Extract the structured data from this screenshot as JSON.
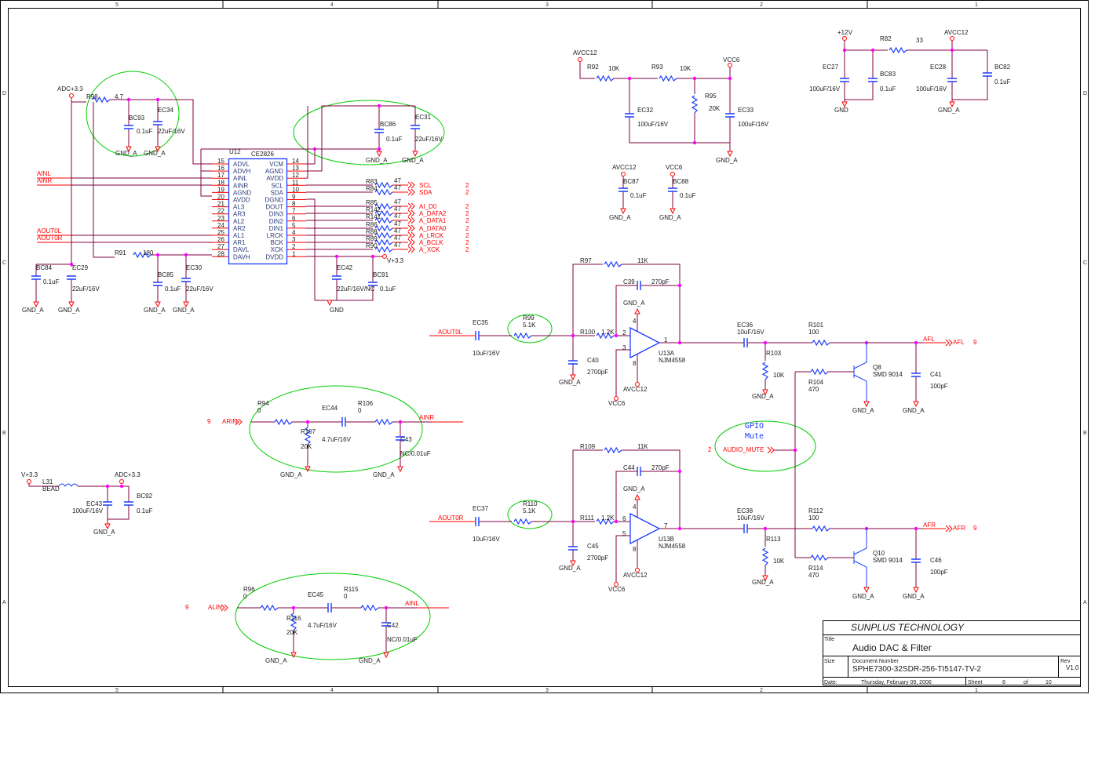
{
  "ruler": {
    "columns": [
      "5",
      "4",
      "3",
      "2",
      "1"
    ],
    "rows": [
      "D",
      "C",
      "B",
      "A"
    ]
  },
  "title_block": {
    "company": "SUNPLUS TECHNOLOGY",
    "title_label": "Title",
    "title": "Audio DAC & Filter",
    "size_label": "Size",
    "doc_number_label": "Document Number",
    "doc_number": "SPHE7300-32SDR-256-TI5147-TV-2",
    "rev_label": "Rev",
    "rev": "V1.0",
    "date_label": "Date:",
    "date": "Thursday, February 09, 2006",
    "sheet_label": "Sheet",
    "sheet": "8",
    "of_label": "of",
    "sheet_total": "10"
  },
  "ic_u12": {
    "ref": "U12",
    "part": "CE2826",
    "left_pins": [
      {
        "num": "15",
        "name": "ADVL"
      },
      {
        "num": "16",
        "name": "ADVH"
      },
      {
        "num": "17",
        "name": "AINL"
      },
      {
        "num": "18",
        "name": "AINR"
      },
      {
        "num": "19",
        "name": "AGND"
      },
      {
        "num": "20",
        "name": "AVDD"
      },
      {
        "num": "21",
        "name": "AL3"
      },
      {
        "num": "22",
        "name": "AR3"
      },
      {
        "num": "23",
        "name": "AL2"
      },
      {
        "num": "24",
        "name": "AR2"
      },
      {
        "num": "25",
        "name": "AL1"
      },
      {
        "num": "26",
        "name": "AR1"
      },
      {
        "num": "27",
        "name": "DAVL"
      },
      {
        "num": "28",
        "name": "DAVH"
      }
    ],
    "right_pins": [
      {
        "num": "14",
        "name": "VCM"
      },
      {
        "num": "13",
        "name": "AGND"
      },
      {
        "num": "12",
        "name": "AVDD"
      },
      {
        "num": "11",
        "name": "SCL"
      },
      {
        "num": "10",
        "name": "SDA"
      },
      {
        "num": "9",
        "name": "DGND"
      },
      {
        "num": "8",
        "name": "DOUT"
      },
      {
        "num": "7",
        "name": "DIN3"
      },
      {
        "num": "6",
        "name": "DIN2"
      },
      {
        "num": "5",
        "name": "DIN1"
      },
      {
        "num": "4",
        "name": "LRCK"
      },
      {
        "num": "3",
        "name": "BCK"
      },
      {
        "num": "2",
        "name": "XCK"
      },
      {
        "num": "1",
        "name": "DVDD"
      }
    ]
  },
  "bus_resistors": [
    {
      "ref": "R83",
      "value": "47",
      "net": "SCL",
      "sheet": "2"
    },
    {
      "ref": "R84",
      "value": "47",
      "net": "SDA",
      "sheet": "2"
    },
    {
      "ref": "R85",
      "value": "47",
      "net": "AI_D0",
      "sheet": "2"
    },
    {
      "ref": "R142",
      "value": "47",
      "net": "A_DATA2",
      "sheet": "2"
    },
    {
      "ref": "R141",
      "value": "47",
      "net": "A_DATA1",
      "sheet": "2"
    },
    {
      "ref": "R86",
      "value": "47",
      "net": "A_DATA0",
      "sheet": "2"
    },
    {
      "ref": "R88",
      "value": "47",
      "net": "A_LRCK",
      "sheet": "2"
    },
    {
      "ref": "R89",
      "value": "47",
      "net": "A_BCLK",
      "sheet": "2"
    },
    {
      "ref": "R90",
      "value": "47",
      "net": "A_XCK",
      "sheet": "2"
    }
  ],
  "labels": {
    "adc": [
      "ADC+3.3",
      "R98",
      "4.7",
      "BC93",
      "EC34",
      "0.1uF",
      "22uF/16V",
      "GND_A",
      "GND_A"
    ],
    "nets_left": [
      "AINL",
      "AINR",
      "AOUT0L",
      "AOUT0R"
    ],
    "vcm": [
      "BC86",
      "EC31",
      "0.1uF",
      "22uF/16V",
      "GND_A",
      "GND_A",
      "V+3.3"
    ],
    "dav": [
      "R91",
      "180",
      "BC84",
      "EC29",
      "0.1uF",
      "22uF/16V",
      "GND_A",
      "GND_A",
      "BC85",
      "EC30",
      "0.1uF",
      "22uF/16V",
      "GND_A",
      "GND_A",
      "EC42",
      "BC91",
      "22uF/16V/NC",
      "0.1uF",
      "GND"
    ],
    "avcc6": [
      "AVCC12",
      "R92",
      "10K",
      "R93",
      "10K",
      "VCC6",
      "R95",
      "20K",
      "EC32",
      "100uF/16V",
      "EC33",
      "100uF/16V",
      "GND_A",
      "AVCC12",
      "BC87",
      "0.1uF",
      "GND_A",
      "VCC6",
      "BC88",
      "0.1uF",
      "GND_A"
    ],
    "p12v": [
      "+12V",
      "R82",
      "33",
      "AVCC12",
      "EC27",
      "BC83",
      "0.1uF",
      "100uF/16V",
      "GND",
      "EC28",
      "BC82",
      "0.1uF",
      "100uF/16V",
      "GND_A"
    ],
    "opa_a": [
      "R97",
      "11K",
      "C39",
      "270pF",
      "GND_A",
      "EC35",
      "R99",
      "5.1K",
      "AOUT0L",
      "10uF/16V",
      "R100",
      "1.2K",
      "C40",
      "2700pF",
      "GND_A",
      "VCC6",
      "AVCC12",
      "U13A",
      "NJM4558",
      "EC36",
      "10uF/16V",
      "R101",
      "100",
      "R103",
      "10K",
      "GND_A",
      "R104",
      "470",
      "Q8",
      "SMD 9014",
      "C41",
      "100pF",
      "GND_A",
      "GND_A",
      "AFL",
      "AFL",
      "9",
      "2",
      "3",
      "4",
      "8",
      "1"
    ],
    "opa_b": [
      "R109",
      "11K",
      "C44",
      "270pF",
      "GND_A",
      "EC37",
      "R110",
      "5.1K",
      "AOUT0R",
      "10uF/16V",
      "R111",
      "1.2K",
      "C45",
      "2700pF",
      "GND_A",
      "VCC6",
      "AVCC12",
      "U13B",
      "NJM4558",
      "EC38",
      "10uF/16V",
      "R112",
      "100",
      "R113",
      "10K",
      "GND_A",
      "R114",
      "470",
      "Q10",
      "SMD 9014",
      "C46",
      "100pF",
      "GND_A",
      "GND_A",
      "AFR",
      "AFR",
      "9",
      "6",
      "5",
      "4",
      "8",
      "7"
    ],
    "ainr": [
      "9",
      "ARIN",
      "R94",
      "0",
      "EC44",
      "R106",
      "0",
      "AINR",
      "R107",
      "20K",
      "4.7uF/16V",
      "C43",
      "NC/0.01uF",
      "GND_A",
      "GND_A"
    ],
    "ainl": [
      "9",
      "ALIN",
      "R96",
      "0",
      "EC45",
      "R115",
      "0",
      "AINL",
      "R116",
      "20K",
      "4.7uF/16V",
      "C42",
      "NC/0.01uF",
      "GND_A",
      "GND_A"
    ],
    "mute": [
      "GPIO",
      "Mute",
      "2",
      "AUDIO_MUTE"
    ],
    "bead": [
      "V+3.3",
      "L31",
      "BEAD",
      "ADC+3.3",
      "EC43",
      "100uF/16V",
      "BC92",
      "0.1uF",
      "GND_A"
    ]
  }
}
